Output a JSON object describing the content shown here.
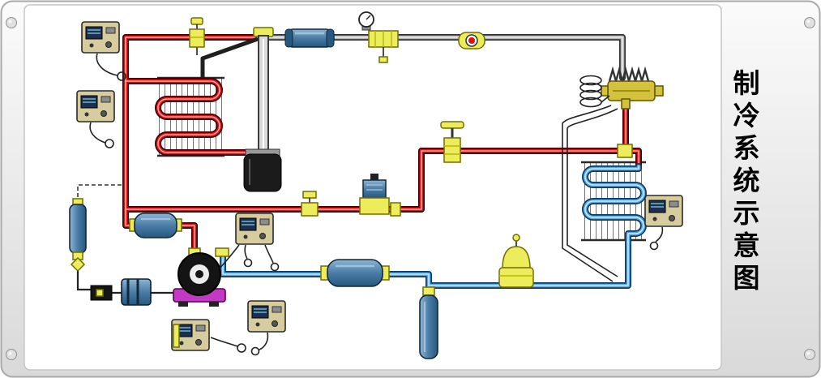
{
  "panel": {
    "title": "制冷系统示意图",
    "title_chars": [
      "制",
      "冷",
      "系",
      "统",
      "示",
      "意",
      "图"
    ]
  },
  "colors": {
    "hot_gas_line": "#e41414",
    "suction_line": "#55aaee",
    "neutral_line": "#b6b6b6",
    "valve_body": "#ecec5c",
    "vessel_steel": "#4a7ca6",
    "compressor_base": "#c23ac2",
    "indicator_dot": "#dd1111"
  },
  "components": [
    {
      "id": "compressor",
      "name": "compressor"
    },
    {
      "id": "condenser-coil",
      "name": "condenser coil"
    },
    {
      "id": "evaporator-coil",
      "name": "evaporator coil"
    },
    {
      "id": "receiver-tank",
      "name": "liquid receiver tank"
    },
    {
      "id": "sight-tube",
      "name": "glass sight tube"
    },
    {
      "id": "filter-drier",
      "name": "filter drier"
    },
    {
      "id": "oil-separator",
      "name": "oil separator"
    },
    {
      "id": "suction-accumulator",
      "name": "suction accumulator"
    },
    {
      "id": "vertical-tank",
      "name": "heat exchanger tank"
    },
    {
      "id": "liquid-filter",
      "name": "liquid line filter"
    },
    {
      "id": "expansion-valve",
      "name": "thermostatic expansion valve"
    },
    {
      "id": "capillary-coil",
      "name": "capillary coil"
    },
    {
      "id": "solenoid-valve",
      "name": "solenoid valve"
    },
    {
      "id": "hand-valve",
      "name": "hand shut-off valve"
    },
    {
      "id": "service-valve",
      "name": "service valve"
    },
    {
      "id": "discharge-valve",
      "name": "discharge line valve"
    },
    {
      "id": "pressure-regulator",
      "name": "pressure regulator with gauge"
    },
    {
      "id": "moisture-indicator",
      "name": "sight glass moisture indicator"
    },
    {
      "id": "water-valve",
      "name": "water regulating valve"
    },
    {
      "id": "pressure-switch",
      "name": "pressure switch (6x)"
    },
    {
      "id": "pump-motor",
      "name": "pump motor"
    },
    {
      "id": "control-box",
      "name": "control box"
    }
  ]
}
